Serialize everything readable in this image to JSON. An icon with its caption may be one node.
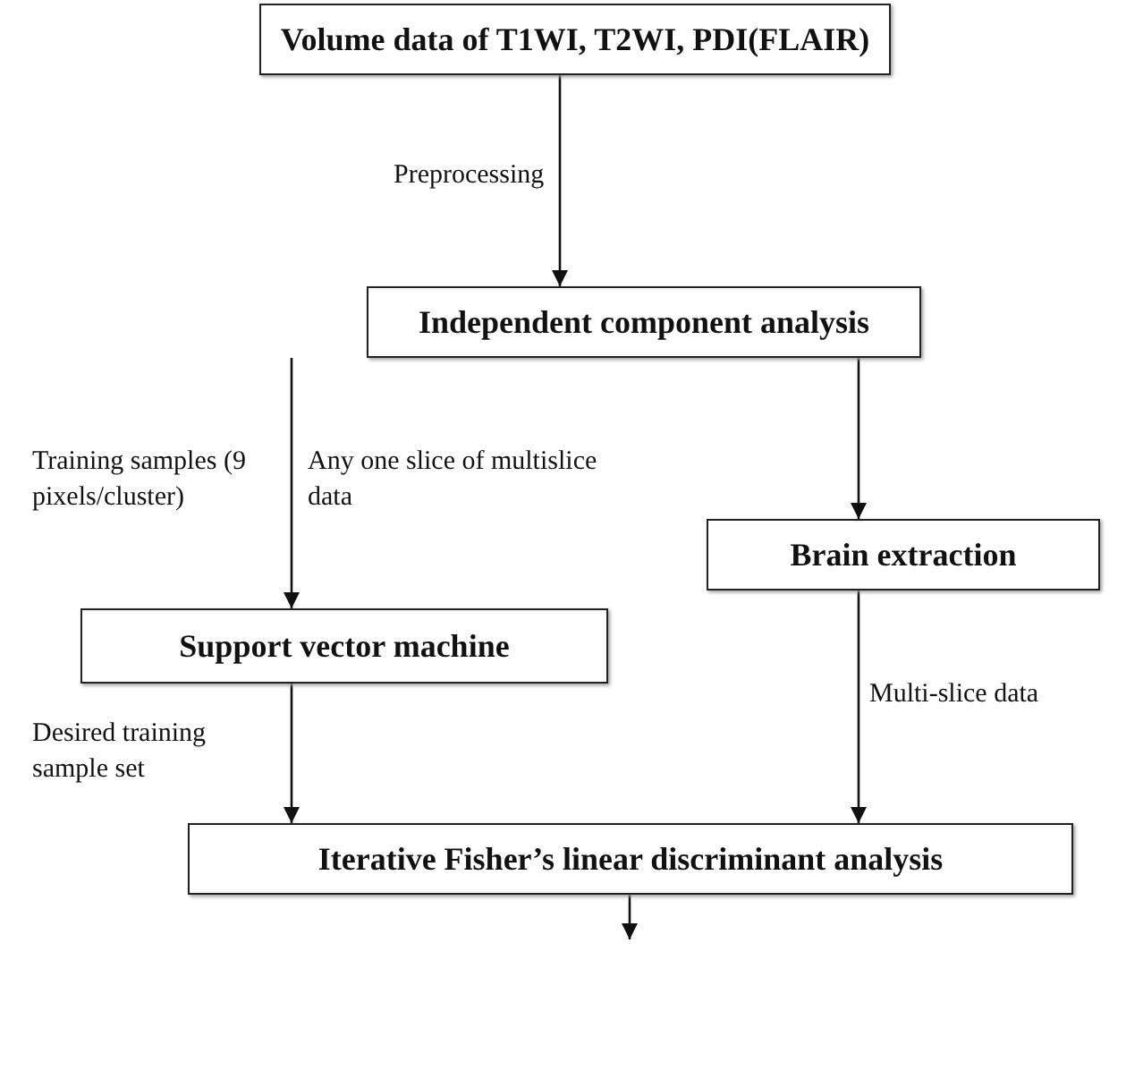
{
  "diagram": {
    "nodes": [
      {
        "text": [
          "Volume data of T1WI, T2WI, PDI(FLAIR)"
        ]
      },
      {
        "text": [
          "Independent component analysis"
        ]
      },
      {
        "text": [
          "Brain extraction"
        ]
      },
      {
        "text": [
          "Support vector machine"
        ]
      },
      {
        "text": [
          "Iterative Fisher’s linear discriminant analysis"
        ]
      }
    ],
    "edges": [
      {
        "from": 0,
        "to": 1,
        "arrow": "to",
        "label": "Preprocessing"
      },
      {
        "from": 1,
        "to": 3,
        "arrow": "to",
        "label": "Any one slice of multislice data"
      },
      {
        "from": 1,
        "to": 2,
        "arrow": "to"
      },
      {
        "from": 3,
        "to": 4,
        "arrow": "to",
        "label": "Desired training sample set"
      },
      {
        "from": 2,
        "to": 4,
        "arrow": "to",
        "label": "Multi-slice data"
      },
      {
        "from": 4,
        "to": null,
        "arrow": "to"
      }
    ],
    "labels": [
      "Training samples (9 pixels/cluster)"
    ]
  }
}
